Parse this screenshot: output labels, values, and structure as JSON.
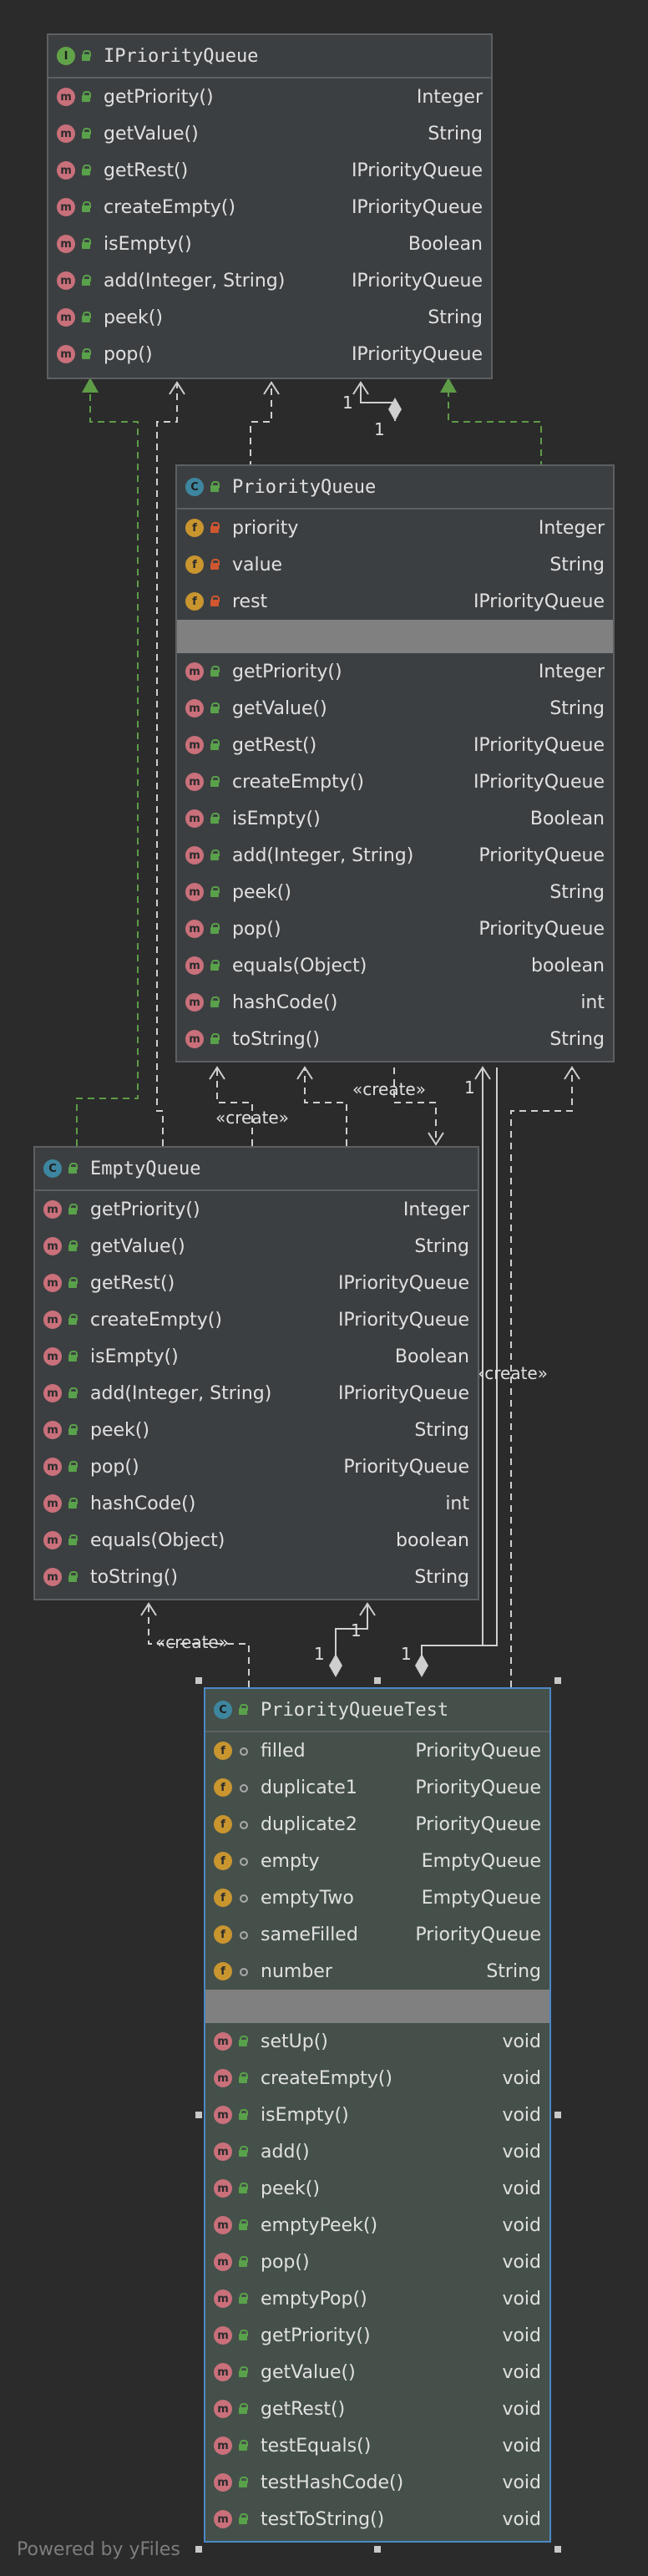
{
  "watermark": "Powered by yFiles",
  "colors": {
    "background": "#2b2b2b",
    "box": "#3c3f41",
    "selected_box": "#45504a",
    "selected_border": "#4a88c7",
    "edge": "#cfcfcf",
    "realization_edge": "#5e9b47",
    "method_icon": "#c9707b",
    "field_icon": "#c9952f"
  },
  "classes": {
    "ipq": {
      "kind": "I",
      "name": "IPriorityQueue",
      "methods": [
        {
          "name": "getPriority()",
          "type": "Integer"
        },
        {
          "name": "getValue()",
          "type": "String"
        },
        {
          "name": "getRest()",
          "type": "IPriorityQueue"
        },
        {
          "name": "createEmpty()",
          "type": "IPriorityQueue"
        },
        {
          "name": "isEmpty()",
          "type": "Boolean"
        },
        {
          "name": "add(Integer, String)",
          "type": "IPriorityQueue"
        },
        {
          "name": "peek()",
          "type": "String"
        },
        {
          "name": "pop()",
          "type": "IPriorityQueue"
        }
      ]
    },
    "pq": {
      "kind": "C",
      "name": "PriorityQueue",
      "fields": [
        {
          "name": "priority",
          "type": "Integer"
        },
        {
          "name": "value",
          "type": "String"
        },
        {
          "name": "rest",
          "type": "IPriorityQueue"
        }
      ],
      "methods": [
        {
          "name": "getPriority()",
          "type": "Integer"
        },
        {
          "name": "getValue()",
          "type": "String"
        },
        {
          "name": "getRest()",
          "type": "IPriorityQueue"
        },
        {
          "name": "createEmpty()",
          "type": "IPriorityQueue"
        },
        {
          "name": "isEmpty()",
          "type": "Boolean"
        },
        {
          "name": "add(Integer, String)",
          "type": "PriorityQueue"
        },
        {
          "name": "peek()",
          "type": "String"
        },
        {
          "name": "pop()",
          "type": "PriorityQueue"
        },
        {
          "name": "equals(Object)",
          "type": "boolean"
        },
        {
          "name": "hashCode()",
          "type": "int"
        },
        {
          "name": "toString()",
          "type": "String"
        }
      ]
    },
    "eq": {
      "kind": "C",
      "name": "EmptyQueue",
      "methods": [
        {
          "name": "getPriority()",
          "type": "Integer"
        },
        {
          "name": "getValue()",
          "type": "String"
        },
        {
          "name": "getRest()",
          "type": "IPriorityQueue"
        },
        {
          "name": "createEmpty()",
          "type": "IPriorityQueue"
        },
        {
          "name": "isEmpty()",
          "type": "Boolean"
        },
        {
          "name": "add(Integer, String)",
          "type": "IPriorityQueue"
        },
        {
          "name": "peek()",
          "type": "String"
        },
        {
          "name": "pop()",
          "type": "PriorityQueue"
        },
        {
          "name": "hashCode()",
          "type": "int"
        },
        {
          "name": "equals(Object)",
          "type": "boolean"
        },
        {
          "name": "toString()",
          "type": "String"
        }
      ]
    },
    "pqt": {
      "kind": "C",
      "name": "PriorityQueueTest",
      "fields": [
        {
          "name": "filled",
          "type": "PriorityQueue"
        },
        {
          "name": "duplicate1",
          "type": "PriorityQueue"
        },
        {
          "name": "duplicate2",
          "type": "PriorityQueue"
        },
        {
          "name": "empty",
          "type": "EmptyQueue"
        },
        {
          "name": "emptyTwo",
          "type": "EmptyQueue"
        },
        {
          "name": "sameFilled",
          "type": "PriorityQueue"
        },
        {
          "name": "number",
          "type": "String"
        }
      ],
      "methods": [
        {
          "name": "setUp()",
          "type": "void"
        },
        {
          "name": "createEmpty()",
          "type": "void"
        },
        {
          "name": "isEmpty()",
          "type": "void"
        },
        {
          "name": "add()",
          "type": "void"
        },
        {
          "name": "peek()",
          "type": "void"
        },
        {
          "name": "emptyPeek()",
          "type": "void"
        },
        {
          "name": "pop()",
          "type": "void"
        },
        {
          "name": "emptyPop()",
          "type": "void"
        },
        {
          "name": "getPriority()",
          "type": "void"
        },
        {
          "name": "getValue()",
          "type": "void"
        },
        {
          "name": "getRest()",
          "type": "void"
        },
        {
          "name": "testEquals()",
          "type": "void"
        },
        {
          "name": "testHashCode()",
          "type": "void"
        },
        {
          "name": "testToString()",
          "type": "void"
        }
      ]
    }
  },
  "edge_labels": {
    "create": "«create»",
    "mult_one": "1"
  }
}
